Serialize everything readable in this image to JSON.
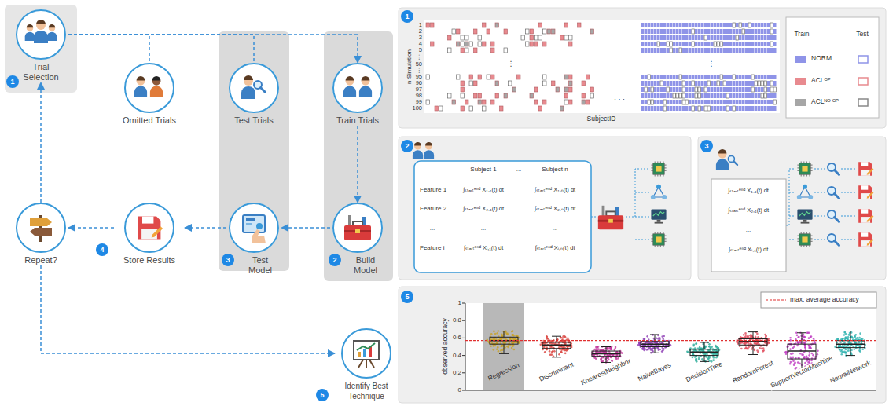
{
  "diagram": {
    "nodes": [
      {
        "text": [
          "Trial Selection"
        ]
      },
      {
        "text": [
          "Omitted Trials"
        ]
      },
      {
        "text": [
          "Test Trials"
        ]
      },
      {
        "text": [
          "Train Trials"
        ]
      },
      {
        "text": [
          "Build Model"
        ]
      },
      {
        "text": [
          "Test Model"
        ]
      },
      {
        "text": [
          "Store Results"
        ]
      },
      {
        "text": [
          "Repeat?"
        ]
      },
      {
        "text": [
          "Identify Best Technique"
        ]
      }
    ],
    "edges": [
      {
        "from": 0,
        "to": 1,
        "arrow": "none"
      },
      {
        "from": 0,
        "to": 2,
        "arrow": "none"
      },
      {
        "from": 0,
        "to": 3,
        "arrow": "to"
      },
      {
        "from": 3,
        "to": 4,
        "arrow": "to"
      },
      {
        "from": 4,
        "to": 5,
        "arrow": "to"
      },
      {
        "from": 5,
        "to": 6,
        "arrow": "to"
      },
      {
        "from": 6,
        "to": 7,
        "arrow": "to"
      },
      {
        "from": 7,
        "to": 0,
        "arrow": "to"
      },
      {
        "from": 7,
        "to": 8,
        "arrow": "to"
      }
    ],
    "labels": [
      "1",
      "2",
      "3",
      "4",
      "5",
      "1",
      "2",
      "3",
      "5",
      "1",
      "2",
      "3",
      "4",
      "5",
      "⋮",
      "50",
      "⋮",
      "95",
      "96",
      "97",
      "98",
      "99",
      "100",
      "⋮",
      "⋮",
      "· · ·",
      "· · ·",
      "n Simulation",
      "SubjectID",
      "Train",
      "Test",
      "Subject 1",
      "...",
      "Subject n",
      "Feature 1",
      "Feature 2",
      "...",
      "Feature i",
      "∫ₛₜₐᵣₜᵉⁿᵈ X₁,₁(t) dt",
      "∫ₛₜₐᵣₜᵉⁿᵈ X₁,ₙ(t) dt",
      "∫ₛₜₐᵣₜᵉⁿᵈ X₂,₁(t) dt",
      "∫ₛₜₐᵣₜᵉⁿᵈ X₂,ₙ(t) dt",
      "...",
      "...",
      "∫ₛₜₐᵣₜᵉⁿᵈ Xᵢ,₁(t) dt",
      "∫ₛₜₐᵣₜᵉⁿᵈ Xᵢ,ₙ(t) dt",
      "∫ₛₜₐᵣₜᵉⁿᵈ X₁,₁(t) dt",
      "∫ₛₜₐᵣₜᵉⁿᵈ X₂,₁(t) dt",
      "...",
      "∫ₛₜₐᵣₜᵉⁿᵈ Xᵢ,₁(t) dt",
      "0",
      "0.2",
      "0.4",
      "0.6",
      "0.8",
      "1",
      "observed accuracy",
      "Regression",
      "Discriminant",
      "KnearestNeighbor",
      "NaiveBayes",
      "DecisionTree",
      "RandomForest",
      "SupportVectorMachine",
      "NeuralNetwork"
    ],
    "legend": [
      {
        "text": "NORM",
        "color": "#8f94e8"
      },
      {
        "text": "ACLᴼᴾ",
        "color": "#e88a8f"
      },
      {
        "text": "ACLᴺᴼ ᴼᴾ",
        "color": "#a6a6a6"
      },
      {
        "text": "max. average accuracy"
      }
    ]
  }
}
